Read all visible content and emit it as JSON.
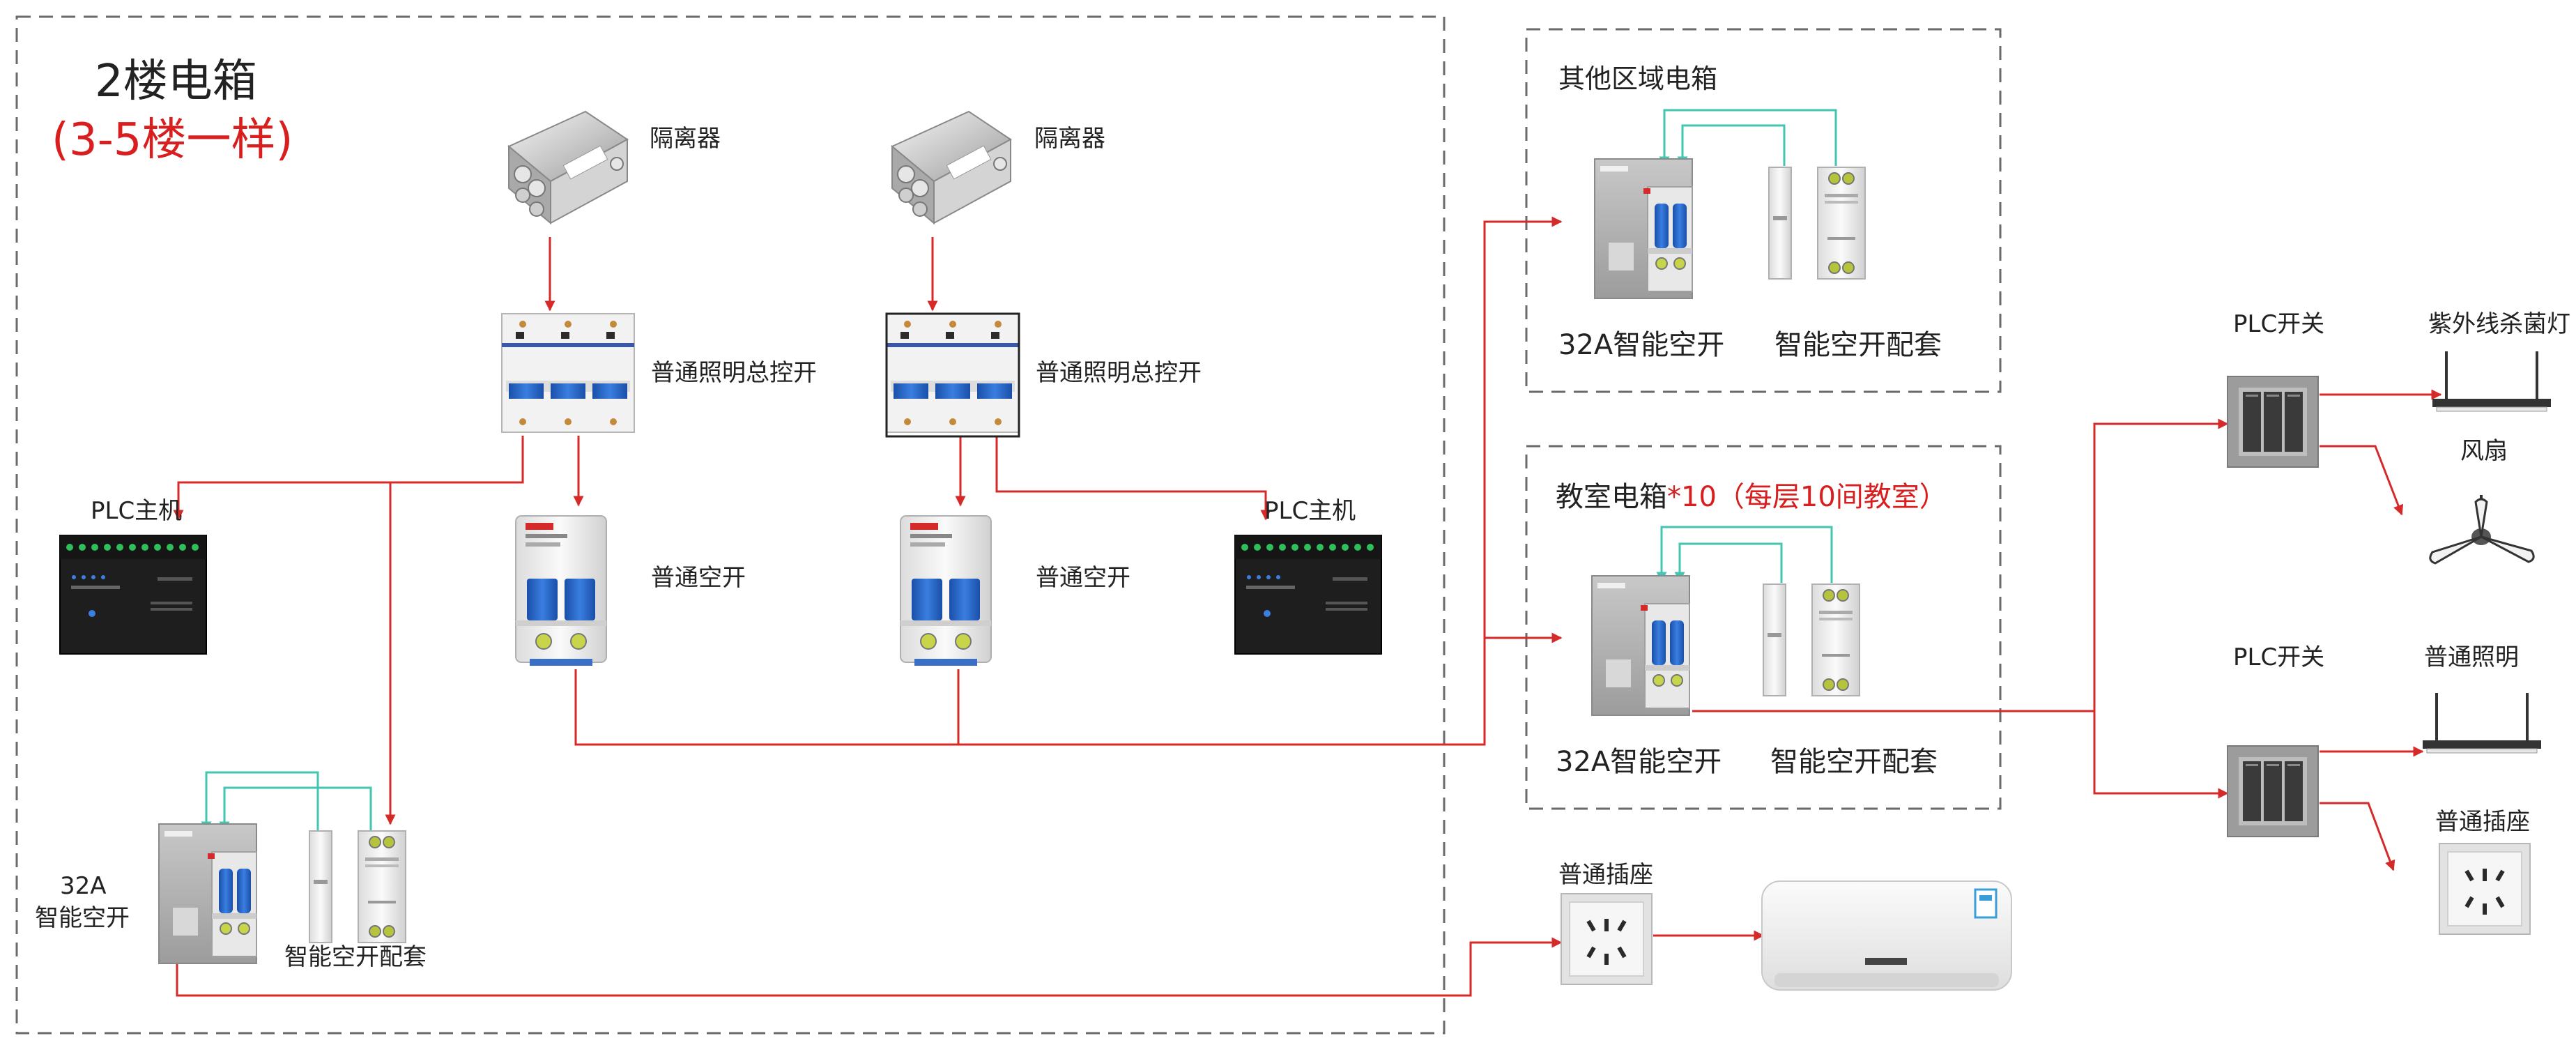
{
  "colors": {
    "wire": "#d42a2a",
    "signal": "#43c6b0",
    "accent_text": "#d81e1e",
    "border": "#6a6a6a"
  },
  "floor2_box": {
    "title": "2楼电箱",
    "subtitle": "(3-5楼一样)",
    "isolator_1": "隔离器",
    "isolator_2": "隔离器",
    "main_switch_1": "普通照明总控开",
    "main_switch_2": "普通照明总控开",
    "plc_host_1": "PLC主机",
    "plc_host_2": "PLC主机",
    "breaker_1": "普通空开",
    "breaker_2": "普通空开",
    "smart_breaker_line1": "32A",
    "smart_breaker_line2": "智能空开",
    "smart_kit": "智能空开配套"
  },
  "other_area_box": {
    "title": "其他区域电箱",
    "smart_breaker": "32A智能空开",
    "smart_kit": "智能空开配套"
  },
  "classroom_box": {
    "title": "教室电箱",
    "title_accent": "*10（每层10间教室）",
    "smart_breaker": "32A智能空开",
    "smart_kit": "智能空开配套"
  },
  "socket": {
    "label": "普通插座"
  },
  "right_panel": {
    "plc_switch_1": "PLC开关",
    "uv_lamp": "紫外线杀菌灯",
    "fan": "风扇",
    "plc_switch_2": "PLC开关",
    "lighting": "普通照明",
    "socket": "普通插座"
  }
}
